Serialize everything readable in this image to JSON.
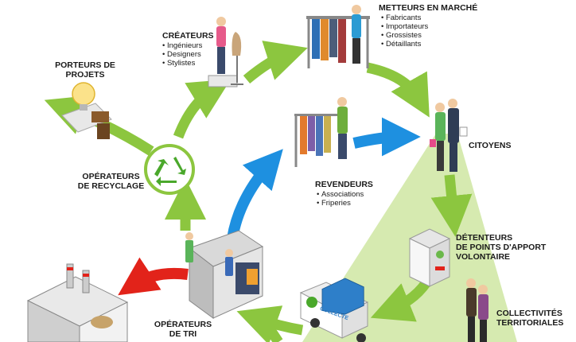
{
  "actors": {
    "createurs": {
      "title": "CRÉATEURS",
      "items": [
        "Ingénieurs",
        "Designers",
        "Stylistes"
      ]
    },
    "metteurs": {
      "title": "METTEURS EN MARCHÉ",
      "items": [
        "Fabricants",
        "Importateurs",
        "Grossistes",
        "Détaillants"
      ]
    },
    "porteurs": {
      "line1": "PORTEURS DE",
      "line2": "PROJETS"
    },
    "citoyens": {
      "title": "CITOYENS"
    },
    "revendeurs": {
      "title": "REVENDEURS",
      "items": [
        "Associations",
        "Friperies"
      ]
    },
    "operateurs_recyclage": {
      "line1": "OPÉRATEURS",
      "line2": "DE RECYCLAGE"
    },
    "detenteurs": {
      "line1": "DÉTENTEURS",
      "line2": "DE POINTS D'APPORT",
      "line3": "VOLONTAIRE"
    },
    "collectivites": {
      "line1": "COLLECTIVITÉS",
      "line2": "TERRITORIALES"
    },
    "operateurs_tri": {
      "line1": "OPÉRATEURS",
      "line2": "DE TRI"
    }
  },
  "truck": {
    "side_text": "COLLECTE"
  },
  "colors": {
    "green_flow": "#8cc63f",
    "blue_flow": "#1e90e0",
    "red_flow": "#e2231a",
    "cone": "#d6eab0"
  }
}
